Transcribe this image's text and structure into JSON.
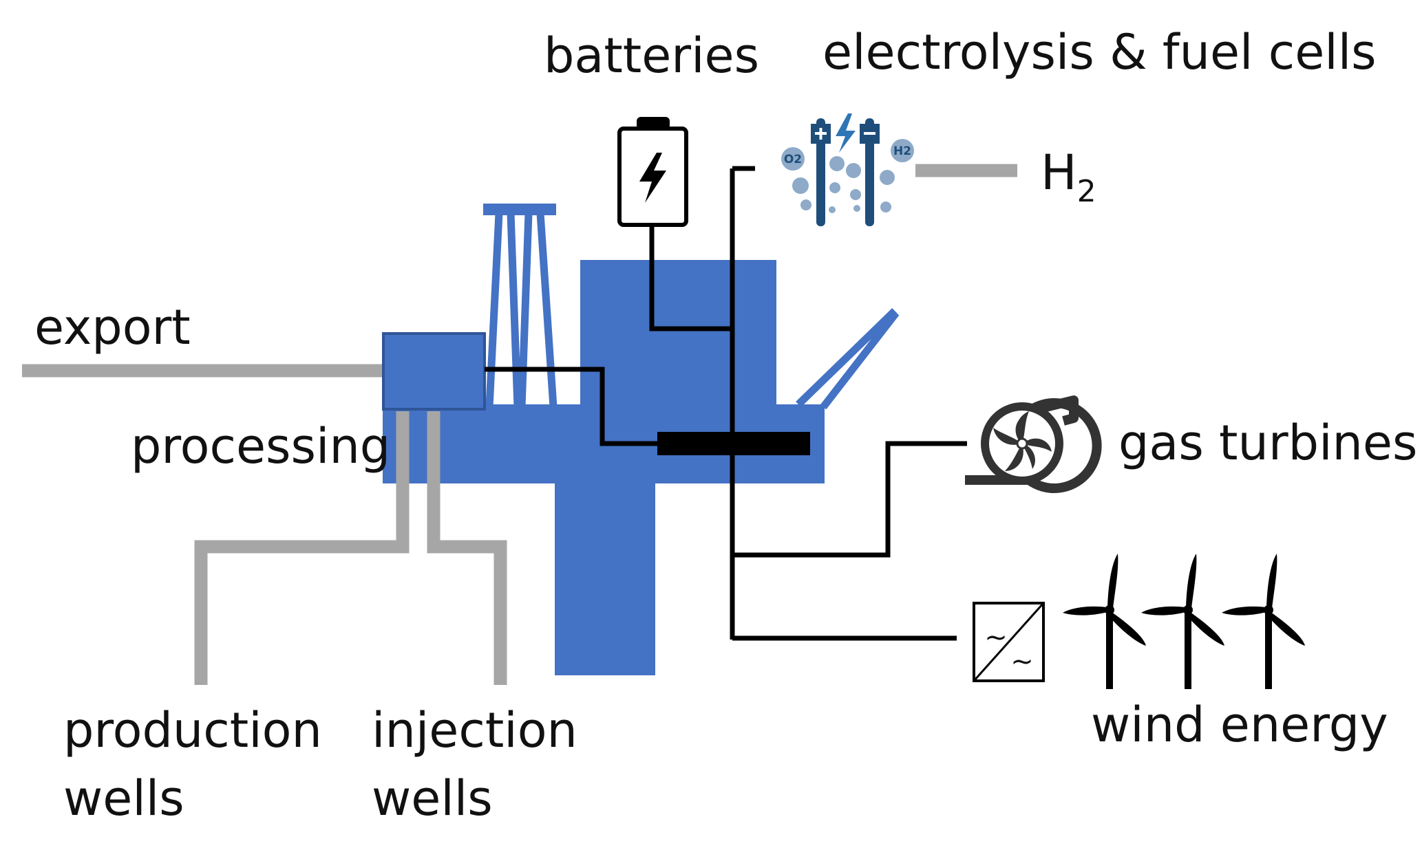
{
  "labels": {
    "export": "export",
    "processing": "processing",
    "production_wells": [
      "production",
      "wells"
    ],
    "injection_wells": [
      "injection",
      "wells"
    ],
    "batteries": "batteries",
    "electrolysis": "electrolysis & fuel cells",
    "hydrogen": {
      "main": "H",
      "sub": "2"
    },
    "gas_turbines": "gas turbines",
    "wind_energy": "wind energy",
    "electrolysis_bubbles": {
      "oxygen": "O2",
      "hydrogen": "H2"
    },
    "converter_symbol": "~"
  },
  "colors": {
    "platform": "#4472c4",
    "pipes": "#a6a6a6",
    "power_lines": "#000000",
    "electrolysis_icon": "#1f4e7a",
    "bubbles": "#8eaac8",
    "turbine_icon": "#333333"
  },
  "icons": [
    "battery-icon",
    "electrolysis-icon",
    "gas-turbine-icon",
    "converter-icon",
    "wind-turbine-icon"
  ]
}
